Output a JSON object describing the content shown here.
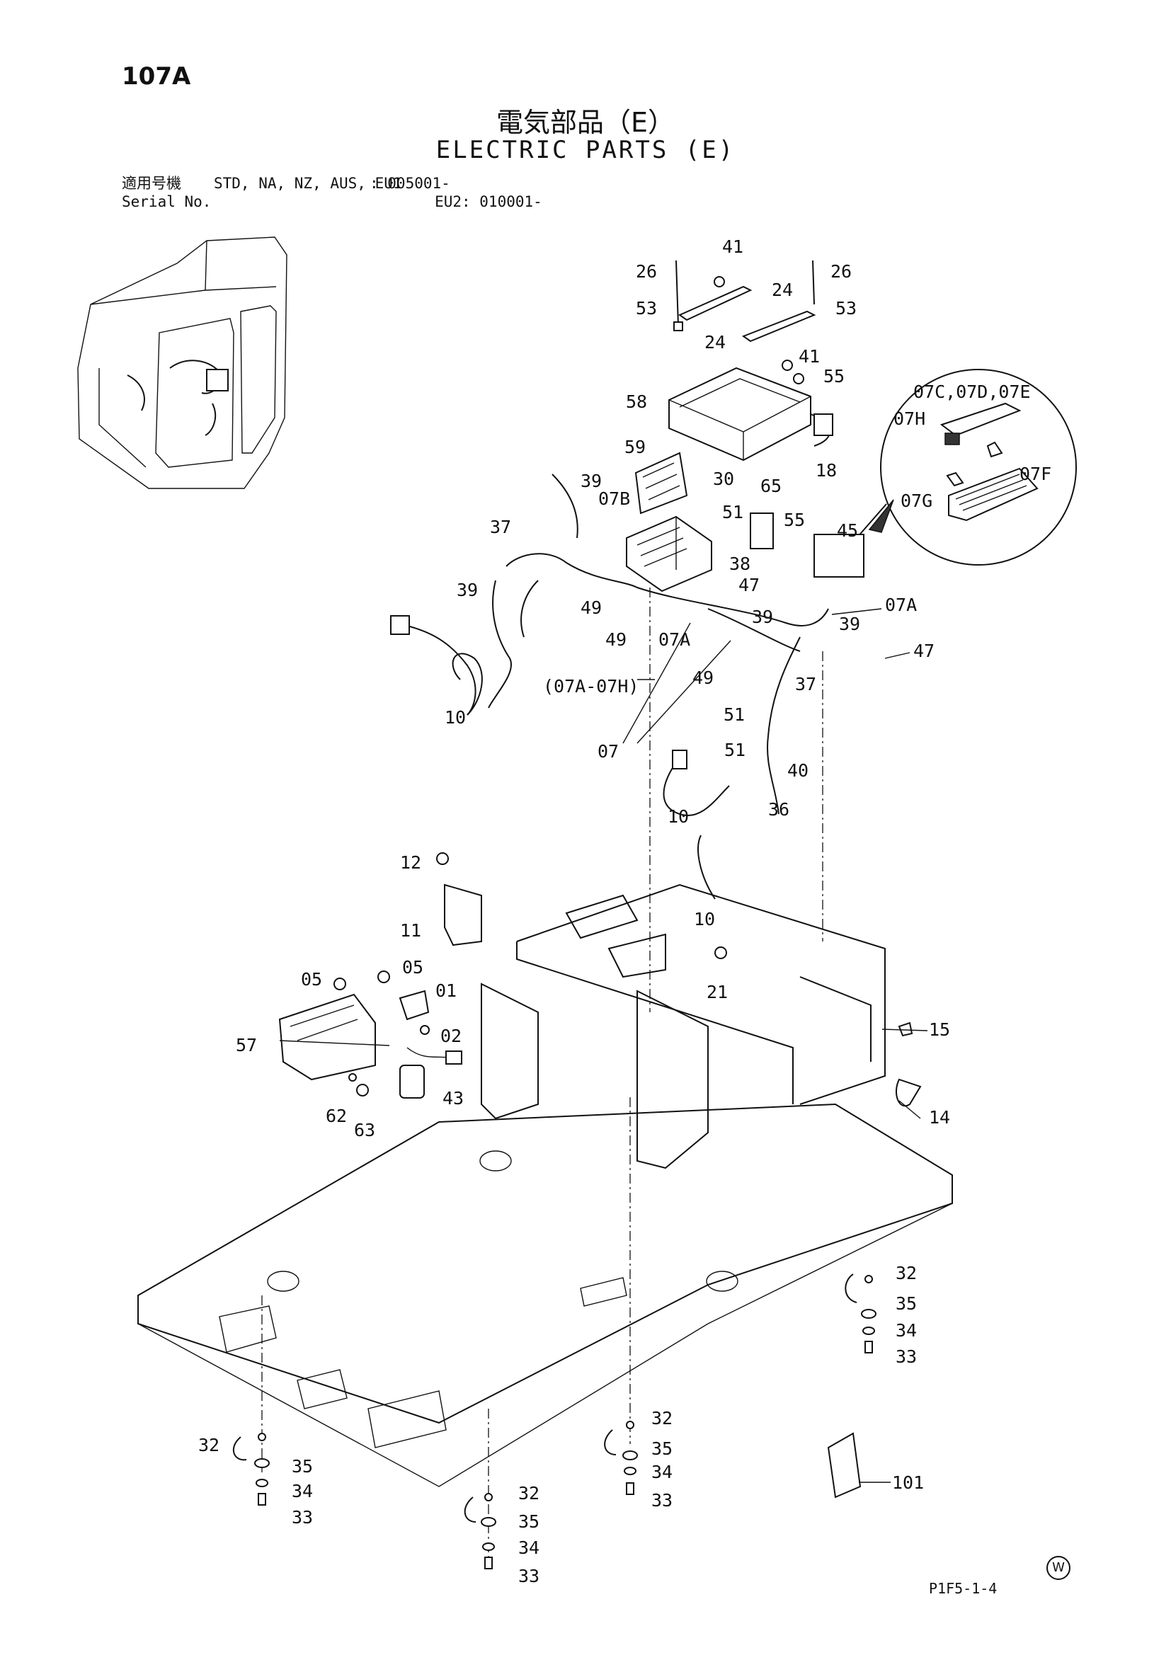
{
  "header": {
    "page_number": "107A",
    "title_jp": "電気部品（E）",
    "title_en": "ELECTRIC PARTS (E)"
  },
  "serial": {
    "label_jp": "適用号機",
    "label_en": "Serial No.",
    "models_1": "STD, NA, NZ, AUS, EU1",
    "range_1": ": 005001-",
    "models_2": "EU2",
    "range_2": ": 010001-"
  },
  "parts": {
    "p41a": "41",
    "p26a": "26",
    "p26b": "26",
    "p24a": "24",
    "p53a": "53",
    "p53b": "53",
    "p24b": "24",
    "p41b": "41",
    "p55a": "55",
    "p58": "58",
    "p18": "18",
    "p07cde": "07C,07D,07E",
    "p07h": "07H",
    "p07f": "07F",
    "p07g": "07G",
    "p59": "59",
    "p39a": "39",
    "p30": "30",
    "p65": "65",
    "p07b": "07B",
    "p51a": "51",
    "p55b": "55",
    "p45": "45",
    "p37a": "37",
    "p38": "38",
    "p47a": "47",
    "p39b": "39",
    "p49a": "49",
    "p49b": "49",
    "p07a1": "07A",
    "p39c": "39",
    "p39d": "39",
    "p07a2": "07A",
    "p47b": "47",
    "p49c": "49",
    "p37b": "37",
    "p07ah": "(07A-07H)",
    "p51b": "51",
    "p10a": "10",
    "p07": "07",
    "p51c": "51",
    "p40": "40",
    "p10b": "10",
    "p36": "36",
    "p10c": "10",
    "p12": "12",
    "p11": "11",
    "p21": "21",
    "p15": "15",
    "p05a": "05",
    "p05b": "05",
    "p01": "01",
    "p02": "02",
    "p57": "57",
    "p43": "43",
    "p62": "62",
    "p63": "63",
    "p14": "14",
    "p32a": "32",
    "p35a": "35",
    "p34a": "34",
    "p33a": "33",
    "p32b": "32",
    "p35b": "35",
    "p34b": "34",
    "p33b": "33",
    "p32c": "32",
    "p35c": "35",
    "p34c": "34",
    "p33c": "33",
    "p32d": "32",
    "p35d": "35",
    "p34d": "34",
    "p33d": "33",
    "p101": "101"
  },
  "footer": {
    "drawing_code": "P1F5-1-4",
    "mark": "W"
  }
}
